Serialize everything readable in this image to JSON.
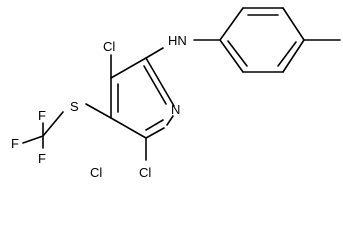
{
  "structure": {
    "atom_labels": {
      "cl_top": "Cl",
      "nh": "HN",
      "s": "S",
      "f_top": "F",
      "f_left": "F",
      "f_bottom": "F",
      "cl_bottom_left": "Cl",
      "cl_bottom_right": "Cl",
      "n_ring": "N"
    }
  }
}
